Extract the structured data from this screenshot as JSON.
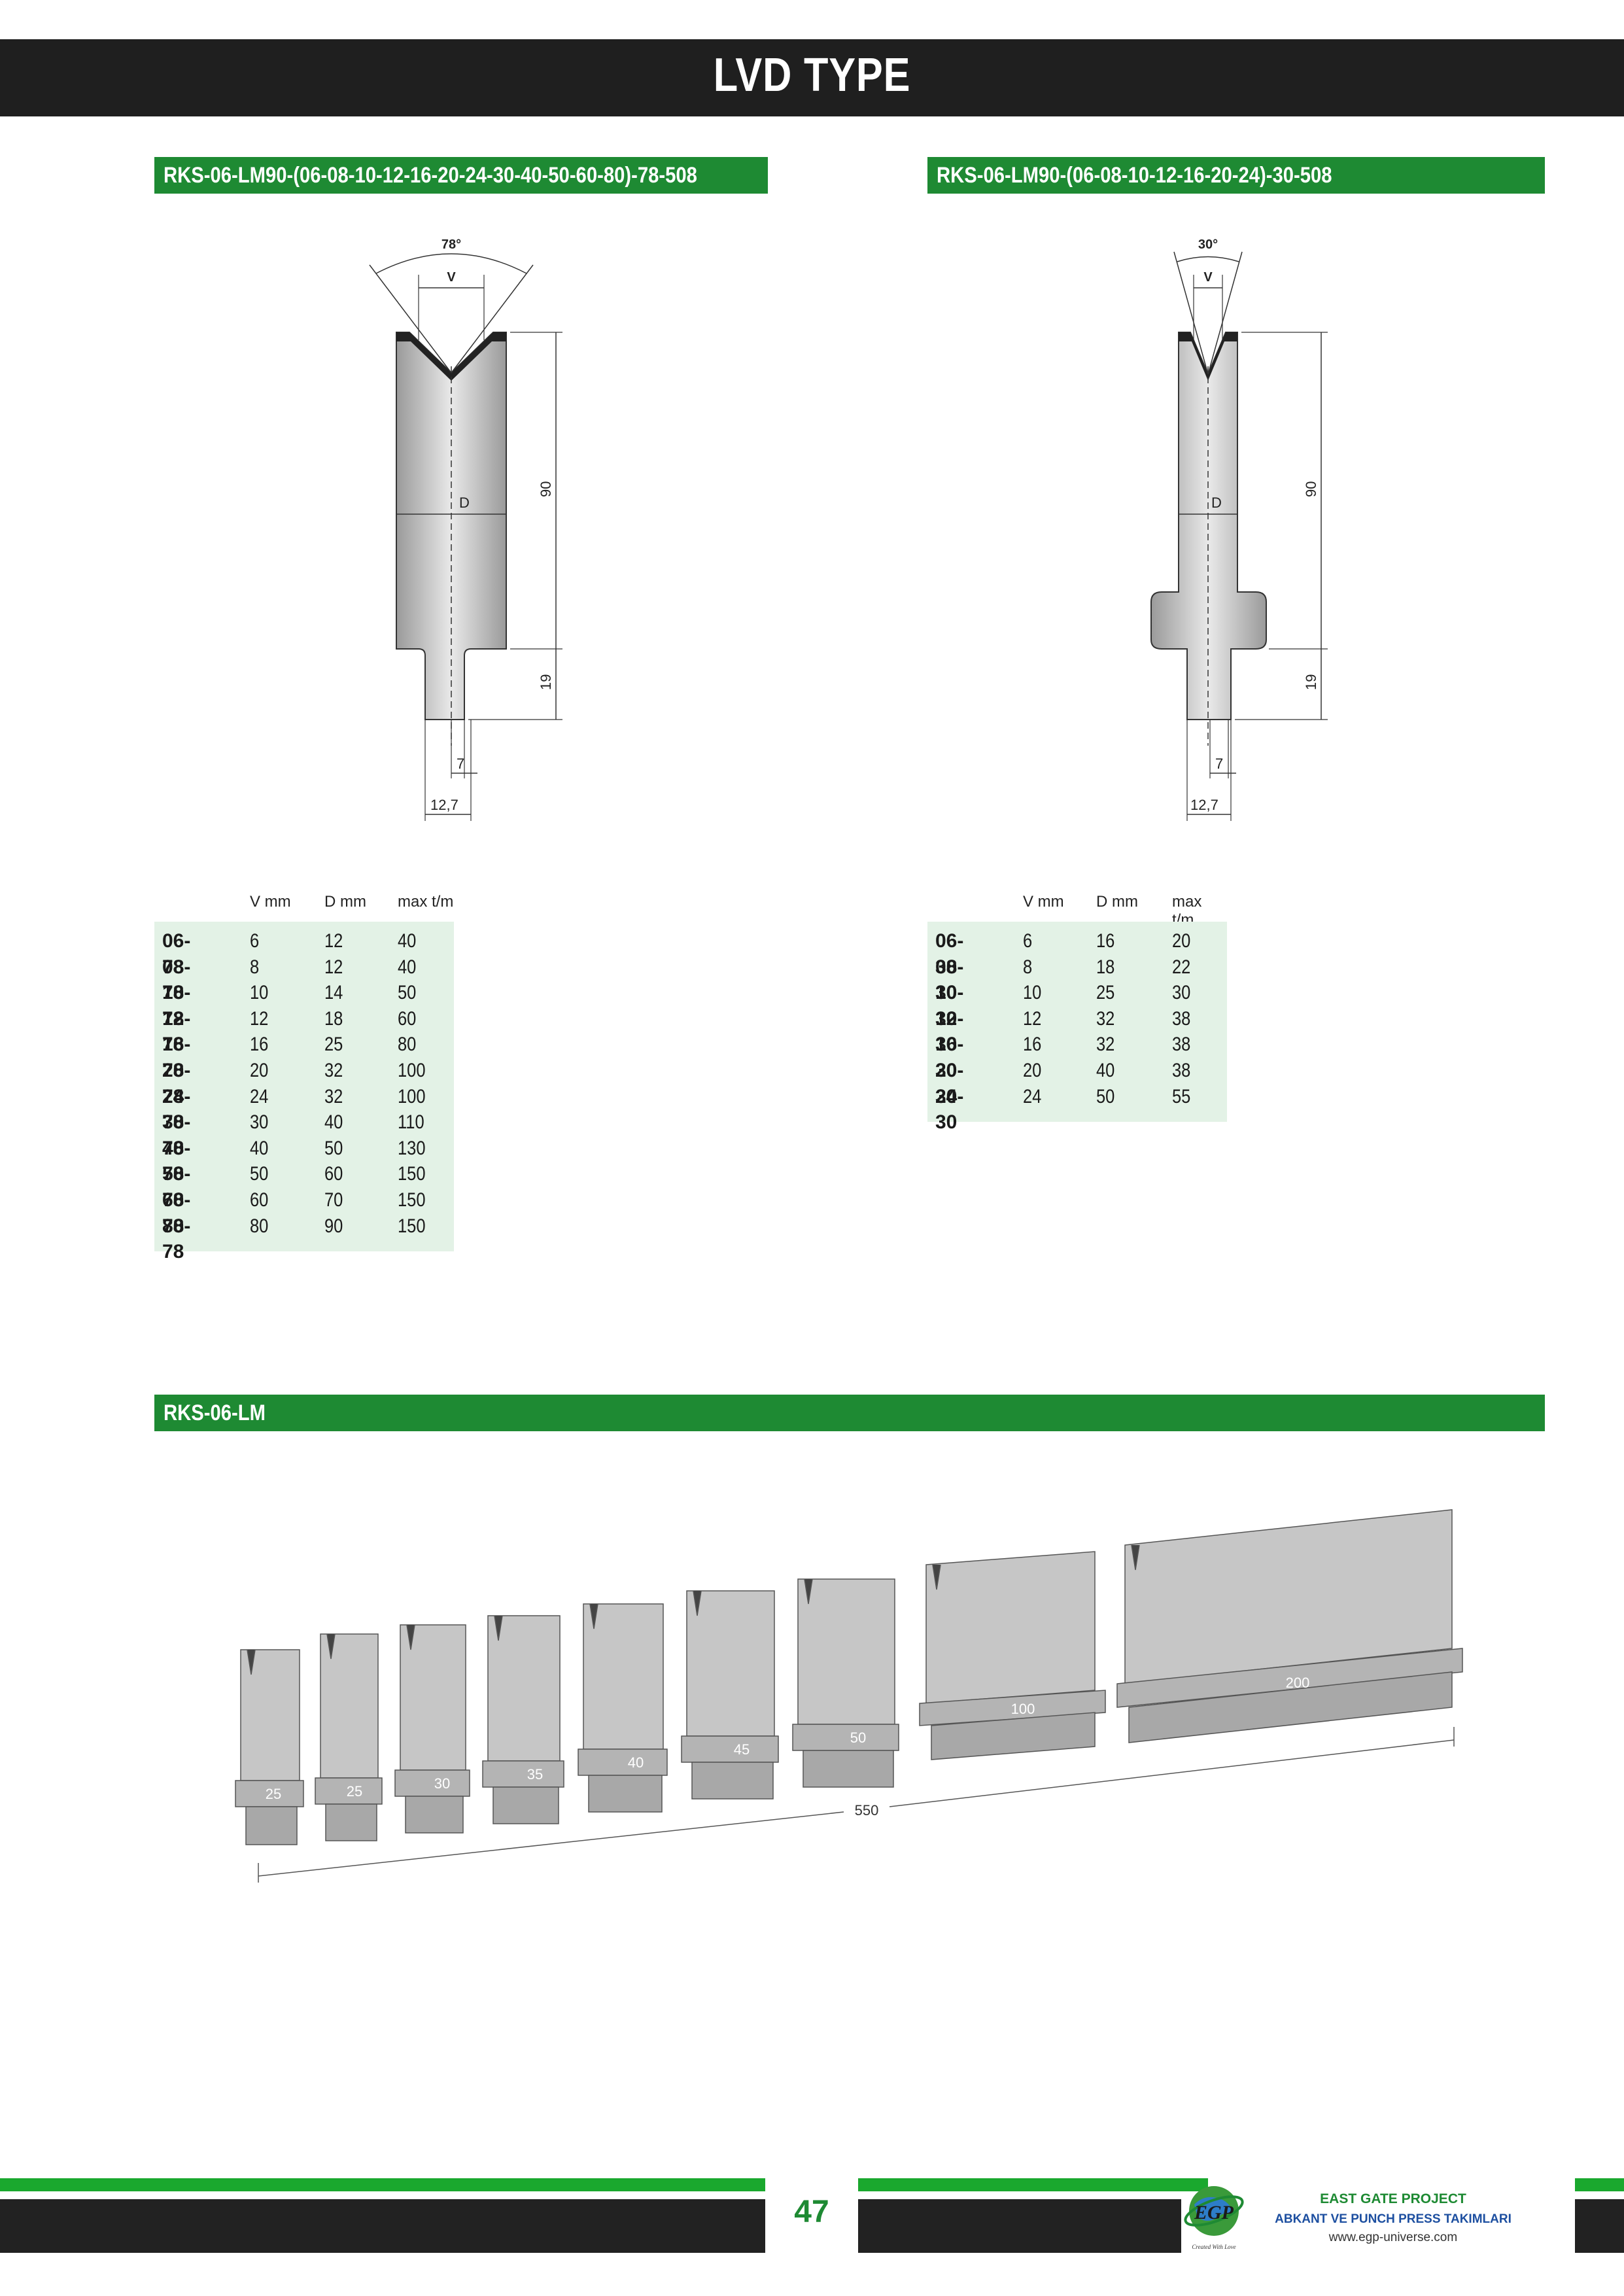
{
  "header": {
    "title": "LVD TYPE"
  },
  "left": {
    "bar": "RKS-06-LM90-(06-08-10-12-16-20-24-30-40-50-60-80)-78-508",
    "drawing": {
      "angle": "78°",
      "v": "V",
      "d": "D",
      "h1": "90",
      "h2": "19",
      "w1": "7",
      "w2": "12,7"
    },
    "table": {
      "headers": [
        "V mm",
        "D mm",
        "max t/m"
      ],
      "rows": [
        [
          "06-78",
          "6",
          "12",
          "40"
        ],
        [
          "08-78",
          "8",
          "12",
          "40"
        ],
        [
          "10-78",
          "10",
          "14",
          "50"
        ],
        [
          "12-78",
          "12",
          "18",
          "60"
        ],
        [
          "16-78",
          "16",
          "25",
          "80"
        ],
        [
          "20-78",
          "20",
          "32",
          "100"
        ],
        [
          "24-78",
          "24",
          "32",
          "100"
        ],
        [
          "30-78",
          "30",
          "40",
          "110"
        ],
        [
          "40-78",
          "40",
          "50",
          "130"
        ],
        [
          "50-78",
          "50",
          "60",
          "150"
        ],
        [
          "60-78",
          "60",
          "70",
          "150"
        ],
        [
          "80-78",
          "80",
          "90",
          "150"
        ]
      ]
    }
  },
  "right": {
    "bar": "RKS-06-LM90-(06-08-10-12-16-20-24)-30-508",
    "drawing": {
      "angle": "30°",
      "v": "V",
      "d": "D",
      "h1": "90",
      "h2": "19",
      "w1": "7",
      "w2": "12,7"
    },
    "table": {
      "headers": [
        "V mm",
        "D mm",
        "max t/m"
      ],
      "rows": [
        [
          "06-30",
          "6",
          "16",
          "20"
        ],
        [
          "08-30",
          "8",
          "18",
          "22"
        ],
        [
          "10-30",
          "10",
          "25",
          "30"
        ],
        [
          "12-30",
          "12",
          "32",
          "38"
        ],
        [
          "16-30",
          "16",
          "32",
          "38"
        ],
        [
          "20-30",
          "20",
          "40",
          "38"
        ],
        [
          "24-30",
          "24",
          "50",
          "55"
        ]
      ]
    }
  },
  "segments": {
    "bar": "RKS-06-LM",
    "labels": [
      "25",
      "25",
      "30",
      "35",
      "40",
      "45",
      "50",
      "100",
      "200"
    ],
    "total": "550"
  },
  "footer": {
    "page": "47",
    "logo": "EGP",
    "tagline": "Created With Love",
    "company": "EAST GATE PROJECT",
    "subtitle": "ABKANT VE PUNCH PRESS TAKIMLARI",
    "url": "www.egp-universe.com"
  }
}
